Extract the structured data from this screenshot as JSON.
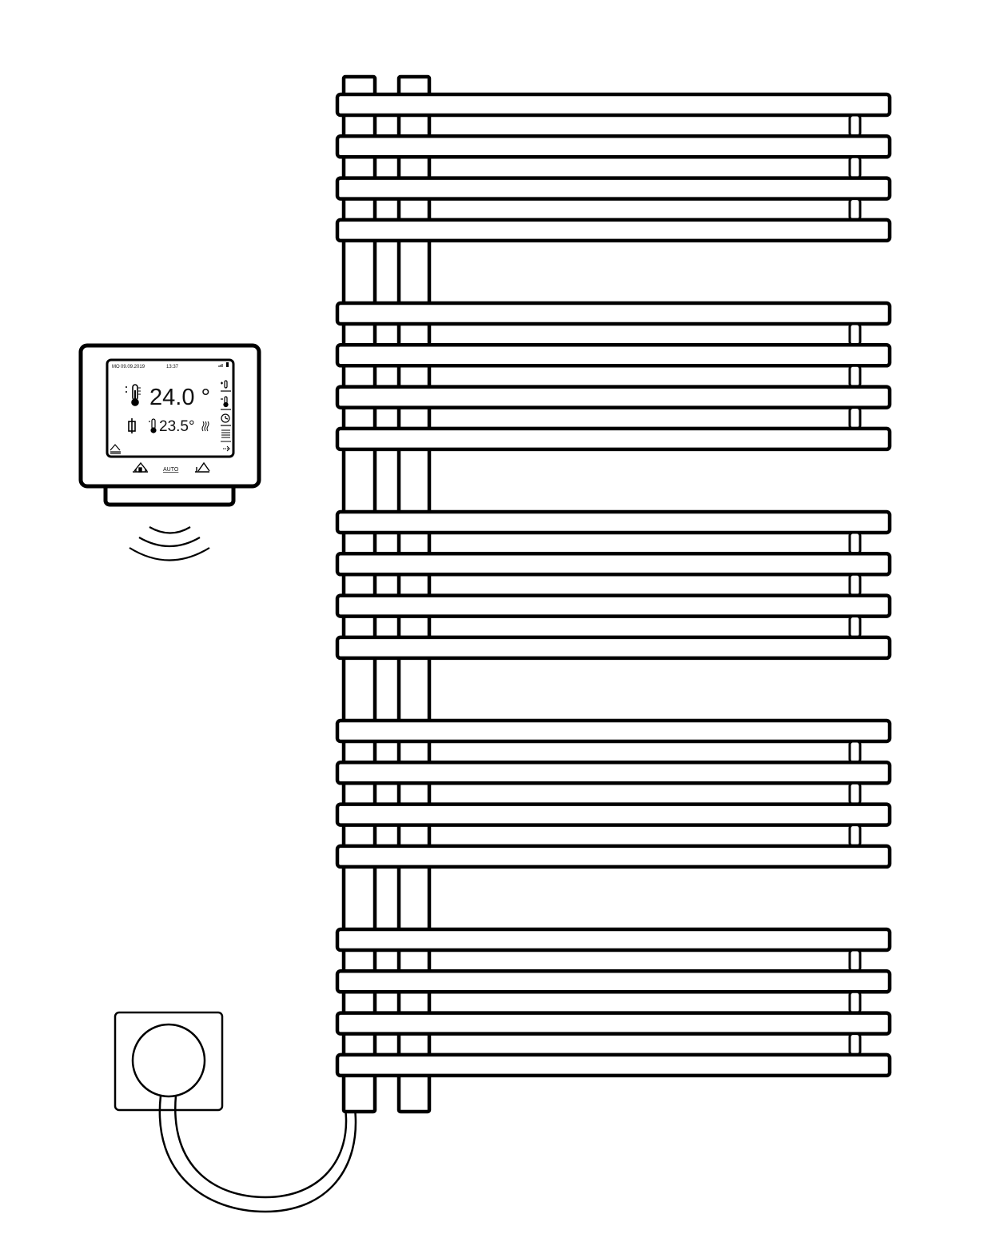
{
  "thermostat": {
    "status_bar": {
      "day": "MO",
      "date": "09.09.2019",
      "time": "13:37"
    },
    "set_temperature": "24.0 °",
    "room_temperature": "23.5°",
    "mode_label": "AUTO",
    "icons": [
      "thermometer-icon",
      "window-open-icon",
      "room-thermometer-icon",
      "heating-waves-icon",
      "temp-up-icon",
      "temp-down-icon",
      "timer-icon",
      "menu-icon",
      "next-arrow-icon",
      "eco-home-icon",
      "home-icon",
      "away-home-icon"
    ]
  },
  "radiator": {
    "rail_groups": 5,
    "rails_per_group": 4
  },
  "colors": {
    "line": "#000000",
    "background": "#ffffff"
  }
}
